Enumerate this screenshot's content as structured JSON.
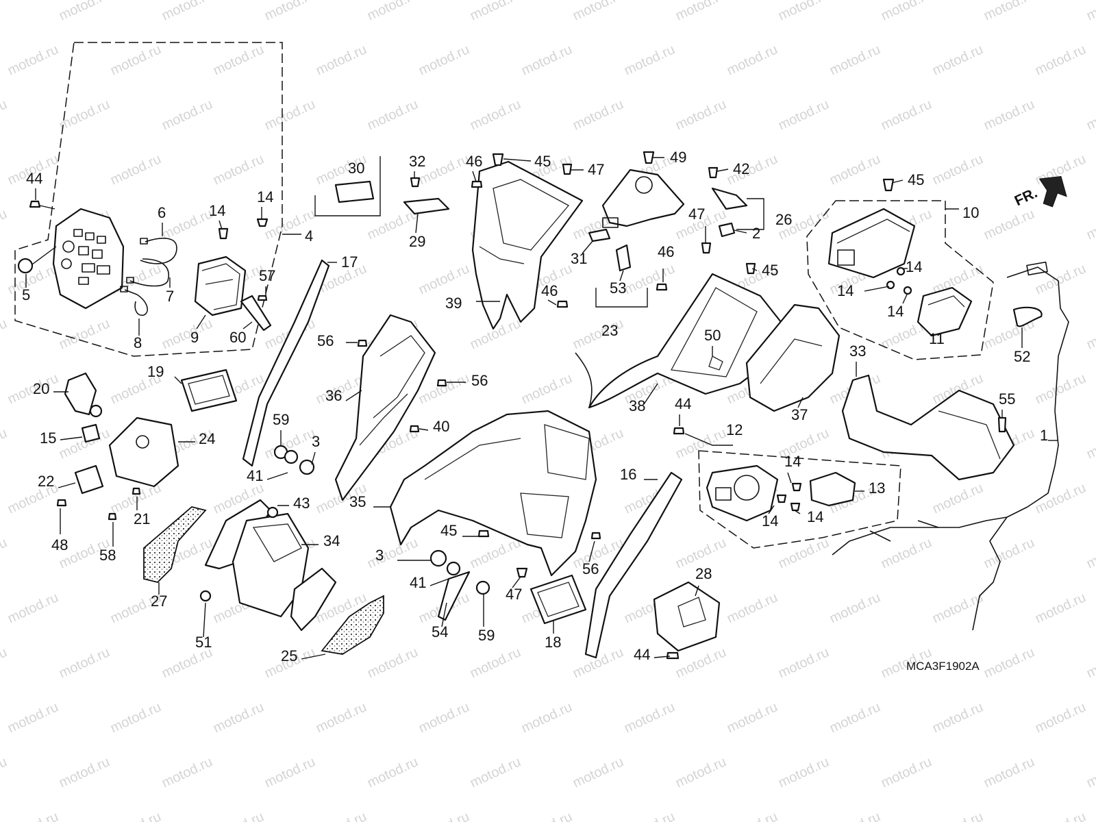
{
  "diagram_code": "MCA3F1902A",
  "watermark": "motod.ru",
  "direction_label": "FR.",
  "callouts": [
    {
      "id": "c44a",
      "label": "44"
    },
    {
      "id": "c5",
      "label": "5"
    },
    {
      "id": "c6",
      "label": "6"
    },
    {
      "id": "c7",
      "label": "7"
    },
    {
      "id": "c8",
      "label": "8"
    },
    {
      "id": "c9",
      "label": "9"
    },
    {
      "id": "c14a",
      "label": "14"
    },
    {
      "id": "c14b",
      "label": "14"
    },
    {
      "id": "c4",
      "label": "4"
    },
    {
      "id": "c57",
      "label": "57"
    },
    {
      "id": "c60",
      "label": "60"
    },
    {
      "id": "c30",
      "label": "30"
    },
    {
      "id": "c32",
      "label": "32"
    },
    {
      "id": "c29",
      "label": "29"
    },
    {
      "id": "c46a",
      "label": "46"
    },
    {
      "id": "c45a",
      "label": "45"
    },
    {
      "id": "c47a",
      "label": "47"
    },
    {
      "id": "c49",
      "label": "49"
    },
    {
      "id": "c42",
      "label": "42"
    },
    {
      "id": "c26",
      "label": "26"
    },
    {
      "id": "c2",
      "label": "2"
    },
    {
      "id": "c45b",
      "label": "45"
    },
    {
      "id": "c10",
      "label": "10"
    },
    {
      "id": "c17",
      "label": "17"
    },
    {
      "id": "c39",
      "label": "39"
    },
    {
      "id": "c31",
      "label": "31"
    },
    {
      "id": "c53",
      "label": "53"
    },
    {
      "id": "c23",
      "label": "23"
    },
    {
      "id": "c47b",
      "label": "47"
    },
    {
      "id": "c46b",
      "label": "46"
    },
    {
      "id": "c45c",
      "label": "45"
    },
    {
      "id": "c46c",
      "label": "46"
    },
    {
      "id": "c14c",
      "label": "14"
    },
    {
      "id": "c14d",
      "label": "14"
    },
    {
      "id": "c14e",
      "label": "14"
    },
    {
      "id": "c11",
      "label": "11"
    },
    {
      "id": "c52",
      "label": "52"
    },
    {
      "id": "c56a",
      "label": "56"
    },
    {
      "id": "c56b",
      "label": "56"
    },
    {
      "id": "c19",
      "label": "19"
    },
    {
      "id": "c20",
      "label": "20"
    },
    {
      "id": "c36",
      "label": "36"
    },
    {
      "id": "c50",
      "label": "50"
    },
    {
      "id": "c38",
      "label": "38"
    },
    {
      "id": "c37",
      "label": "37"
    },
    {
      "id": "c33",
      "label": "33"
    },
    {
      "id": "c55",
      "label": "55"
    },
    {
      "id": "c1",
      "label": "1"
    },
    {
      "id": "c15",
      "label": "15"
    },
    {
      "id": "c24",
      "label": "24"
    },
    {
      "id": "c59a",
      "label": "59"
    },
    {
      "id": "c3a",
      "label": "3"
    },
    {
      "id": "c41a",
      "label": "41"
    },
    {
      "id": "c40",
      "label": "40"
    },
    {
      "id": "c44b",
      "label": "44"
    },
    {
      "id": "c12",
      "label": "12"
    },
    {
      "id": "c14f",
      "label": "14"
    },
    {
      "id": "c13",
      "label": "13"
    },
    {
      "id": "c14g",
      "label": "14"
    },
    {
      "id": "c14h",
      "label": "14"
    },
    {
      "id": "c22",
      "label": "22"
    },
    {
      "id": "c21",
      "label": "21"
    },
    {
      "id": "c48",
      "label": "48"
    },
    {
      "id": "c58",
      "label": "58"
    },
    {
      "id": "c35",
      "label": "35"
    },
    {
      "id": "c16",
      "label": "16"
    },
    {
      "id": "c43",
      "label": "43"
    },
    {
      "id": "c34",
      "label": "34"
    },
    {
      "id": "c45d",
      "label": "45"
    },
    {
      "id": "c56c",
      "label": "56"
    },
    {
      "id": "c3b",
      "label": "3"
    },
    {
      "id": "c41b",
      "label": "41"
    },
    {
      "id": "c47c",
      "label": "47"
    },
    {
      "id": "c27",
      "label": "27"
    },
    {
      "id": "c51",
      "label": "51"
    },
    {
      "id": "c54",
      "label": "54"
    },
    {
      "id": "c59b",
      "label": "59"
    },
    {
      "id": "c18",
      "label": "18"
    },
    {
      "id": "c28",
      "label": "28"
    },
    {
      "id": "c25",
      "label": "25"
    },
    {
      "id": "c44c",
      "label": "44"
    }
  ]
}
